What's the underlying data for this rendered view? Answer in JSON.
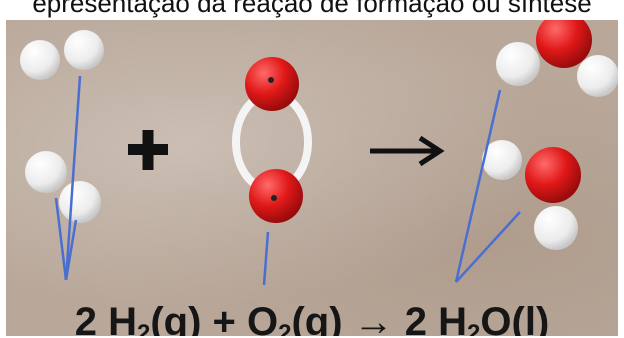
{
  "caption": {
    "text": "epresentação da reação de formação ou síntese"
  },
  "equation": {
    "coef_h2": "2 H",
    "sub_h2": "2",
    "phase_h2": "(g)",
    "plus": " + ",
    "o2": "O",
    "sub_o2": "2",
    "phase_o2": "(g)",
    "arrow": " → ",
    "coef_h2o": "2 H",
    "sub_h2o": "2",
    "h2o_rest": "O(l)"
  },
  "symbols": {
    "plus": "+",
    "arrow": "→"
  },
  "colors": {
    "hydrogen": "#f2f2f2",
    "oxygen": "#e01818",
    "bond": "#eeeeee",
    "arrow_lines": "#4a6fd0",
    "background": "#b9a89a"
  }
}
